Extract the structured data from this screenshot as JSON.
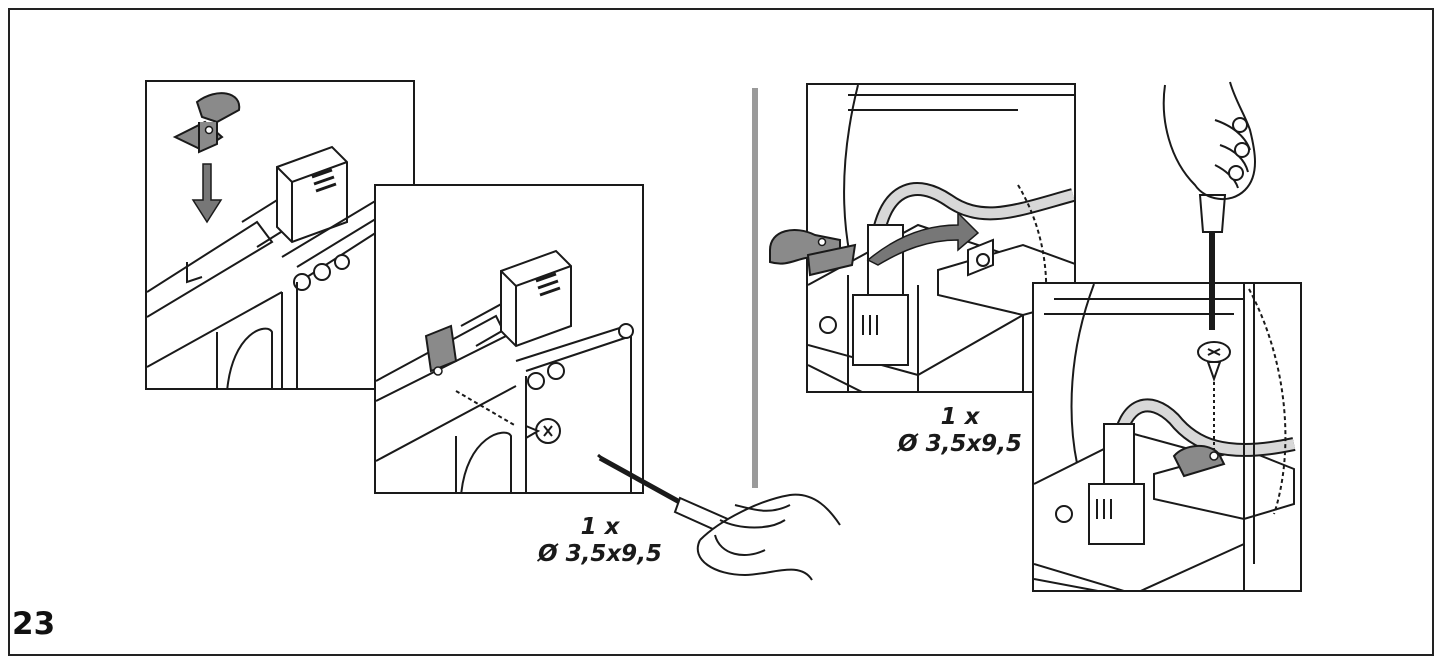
{
  "figure_number": "23",
  "steps": [
    {
      "quantity": "1 x",
      "screw_size": "Ø 3,5x9,5"
    },
    {
      "quantity": "1 x",
      "screw_size": "Ø 3,5x9,5"
    }
  ],
  "colors": {
    "line": "#1a1a1a",
    "fill_gray": "#8a8a8a",
    "light_gray": "#d8d8d8",
    "divider": "#9a9a9a"
  }
}
